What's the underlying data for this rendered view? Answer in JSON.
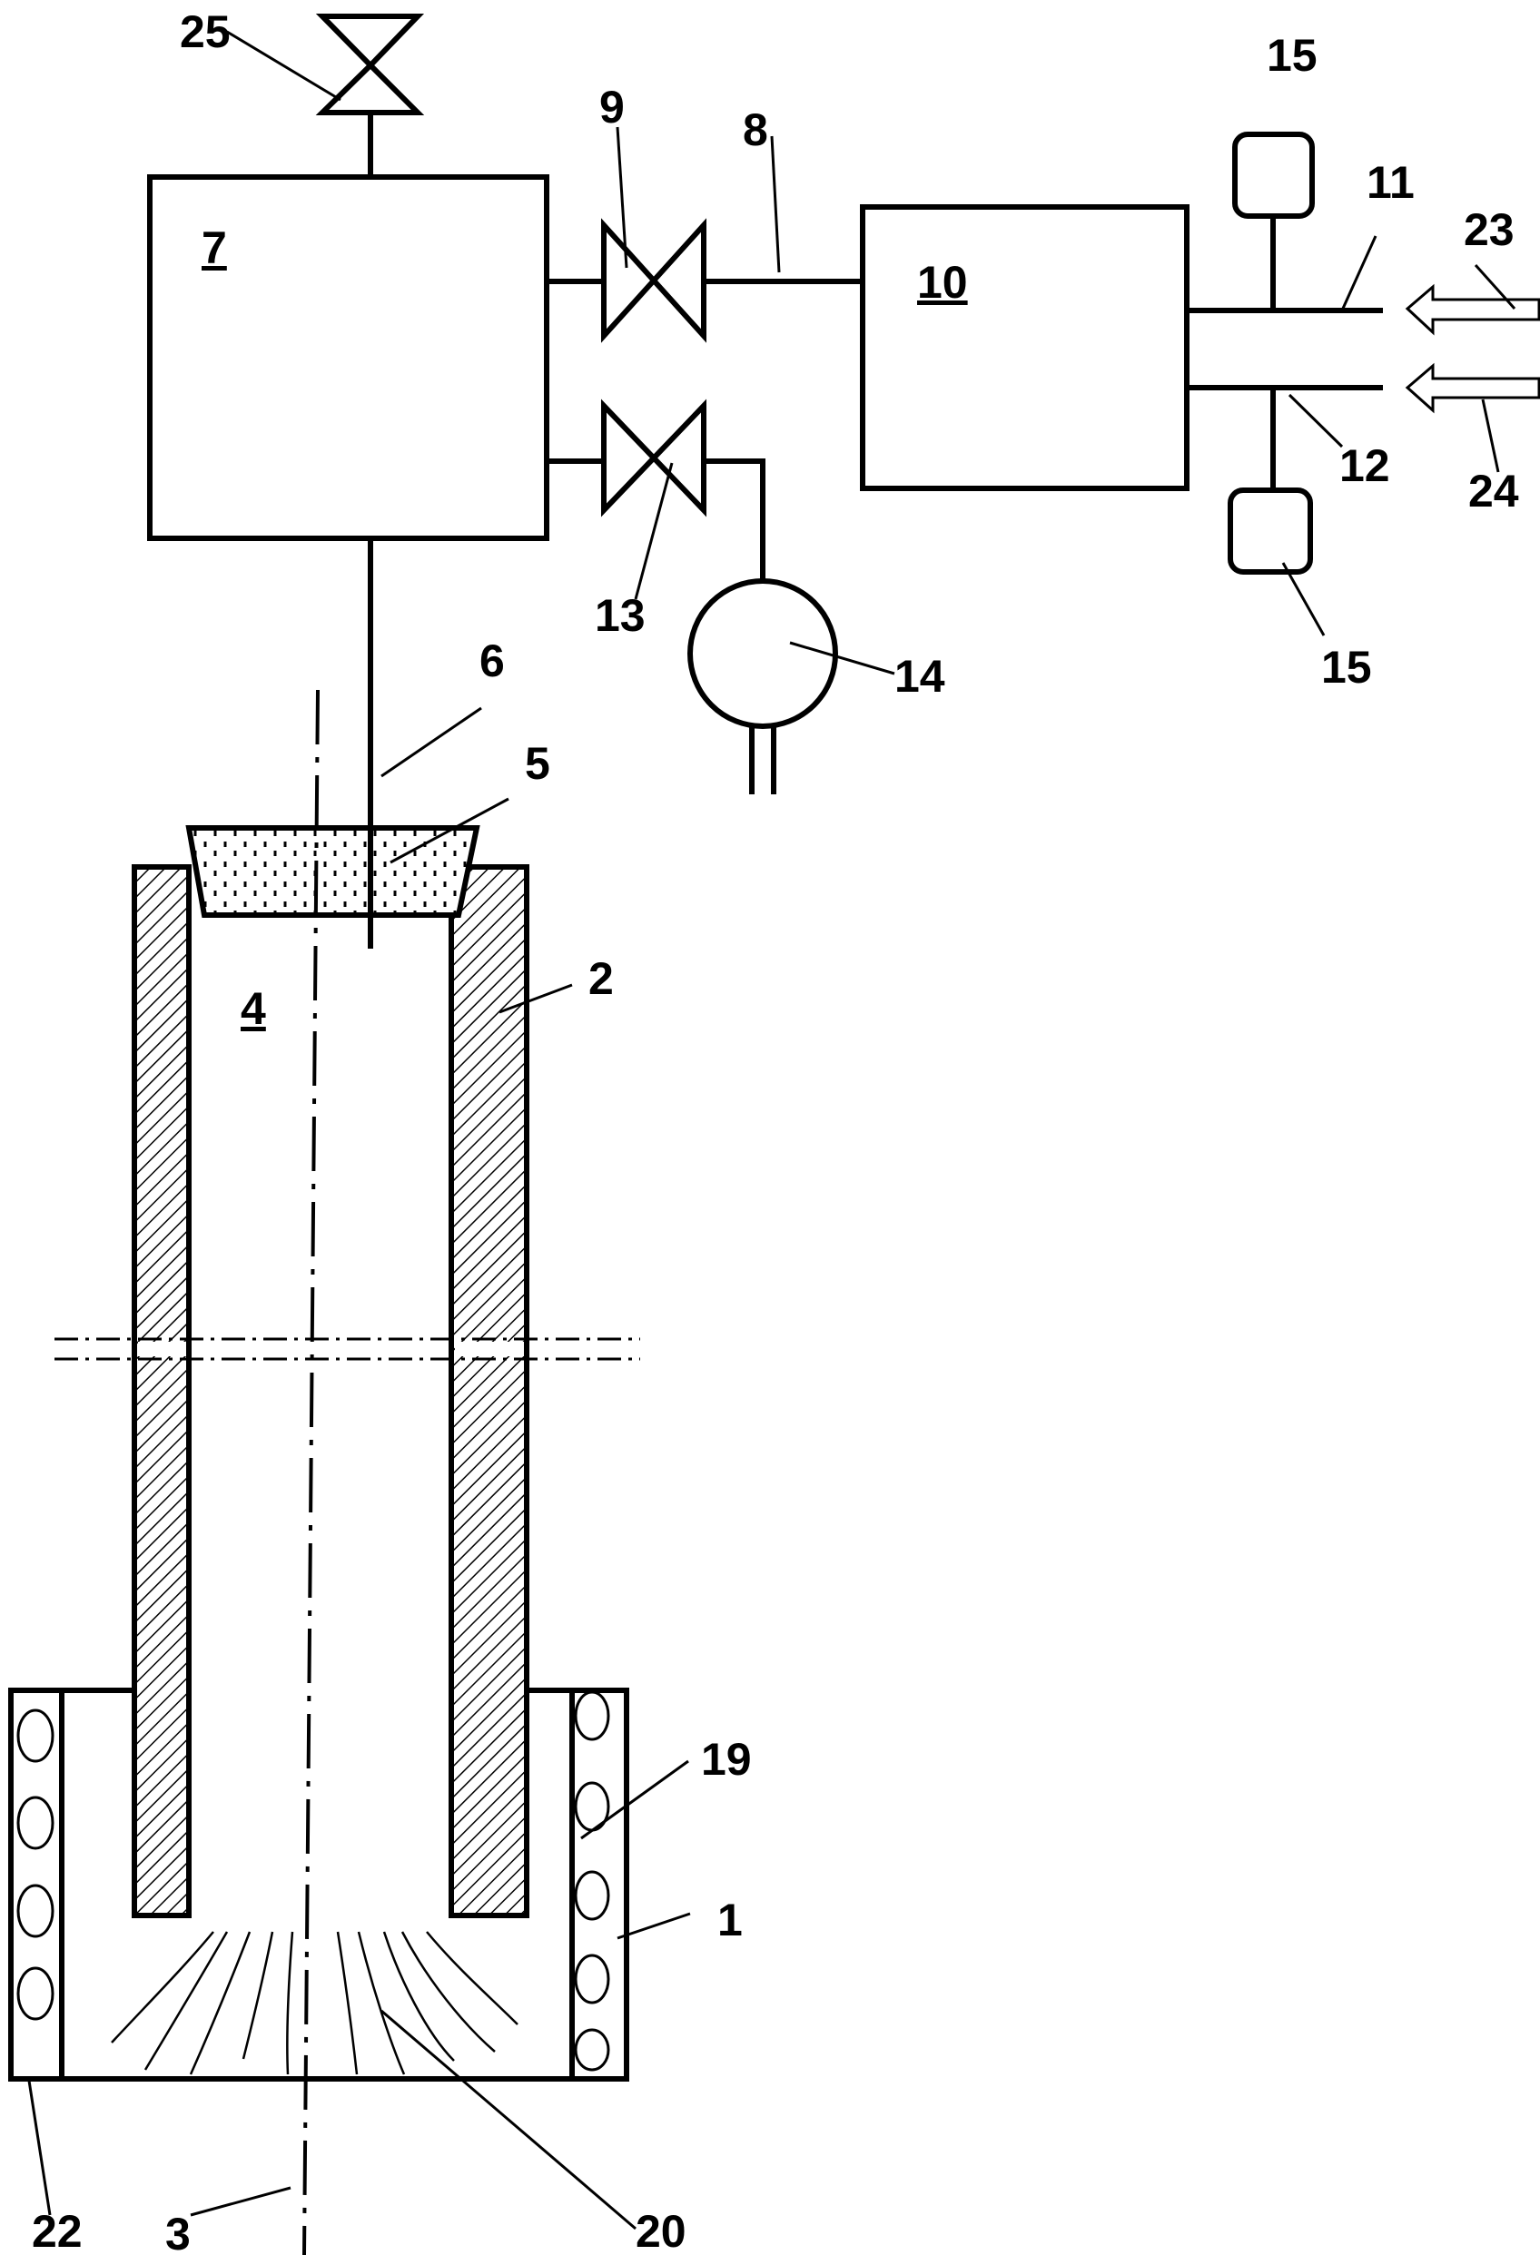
{
  "figure": {
    "labels": {
      "l1": "1",
      "l2": "2",
      "l3": "3",
      "l4": "4",
      "l5": "5",
      "l6": "6",
      "l7": "7",
      "l8": "8",
      "l9": "9",
      "l10": "10",
      "l11": "11",
      "l12": "12",
      "l13": "13",
      "l14": "14",
      "l15a": "15",
      "l15b": "15",
      "l19": "19",
      "l20": "20",
      "l22": "22",
      "l23": "23",
      "l24": "24",
      "l25": "25"
    }
  }
}
